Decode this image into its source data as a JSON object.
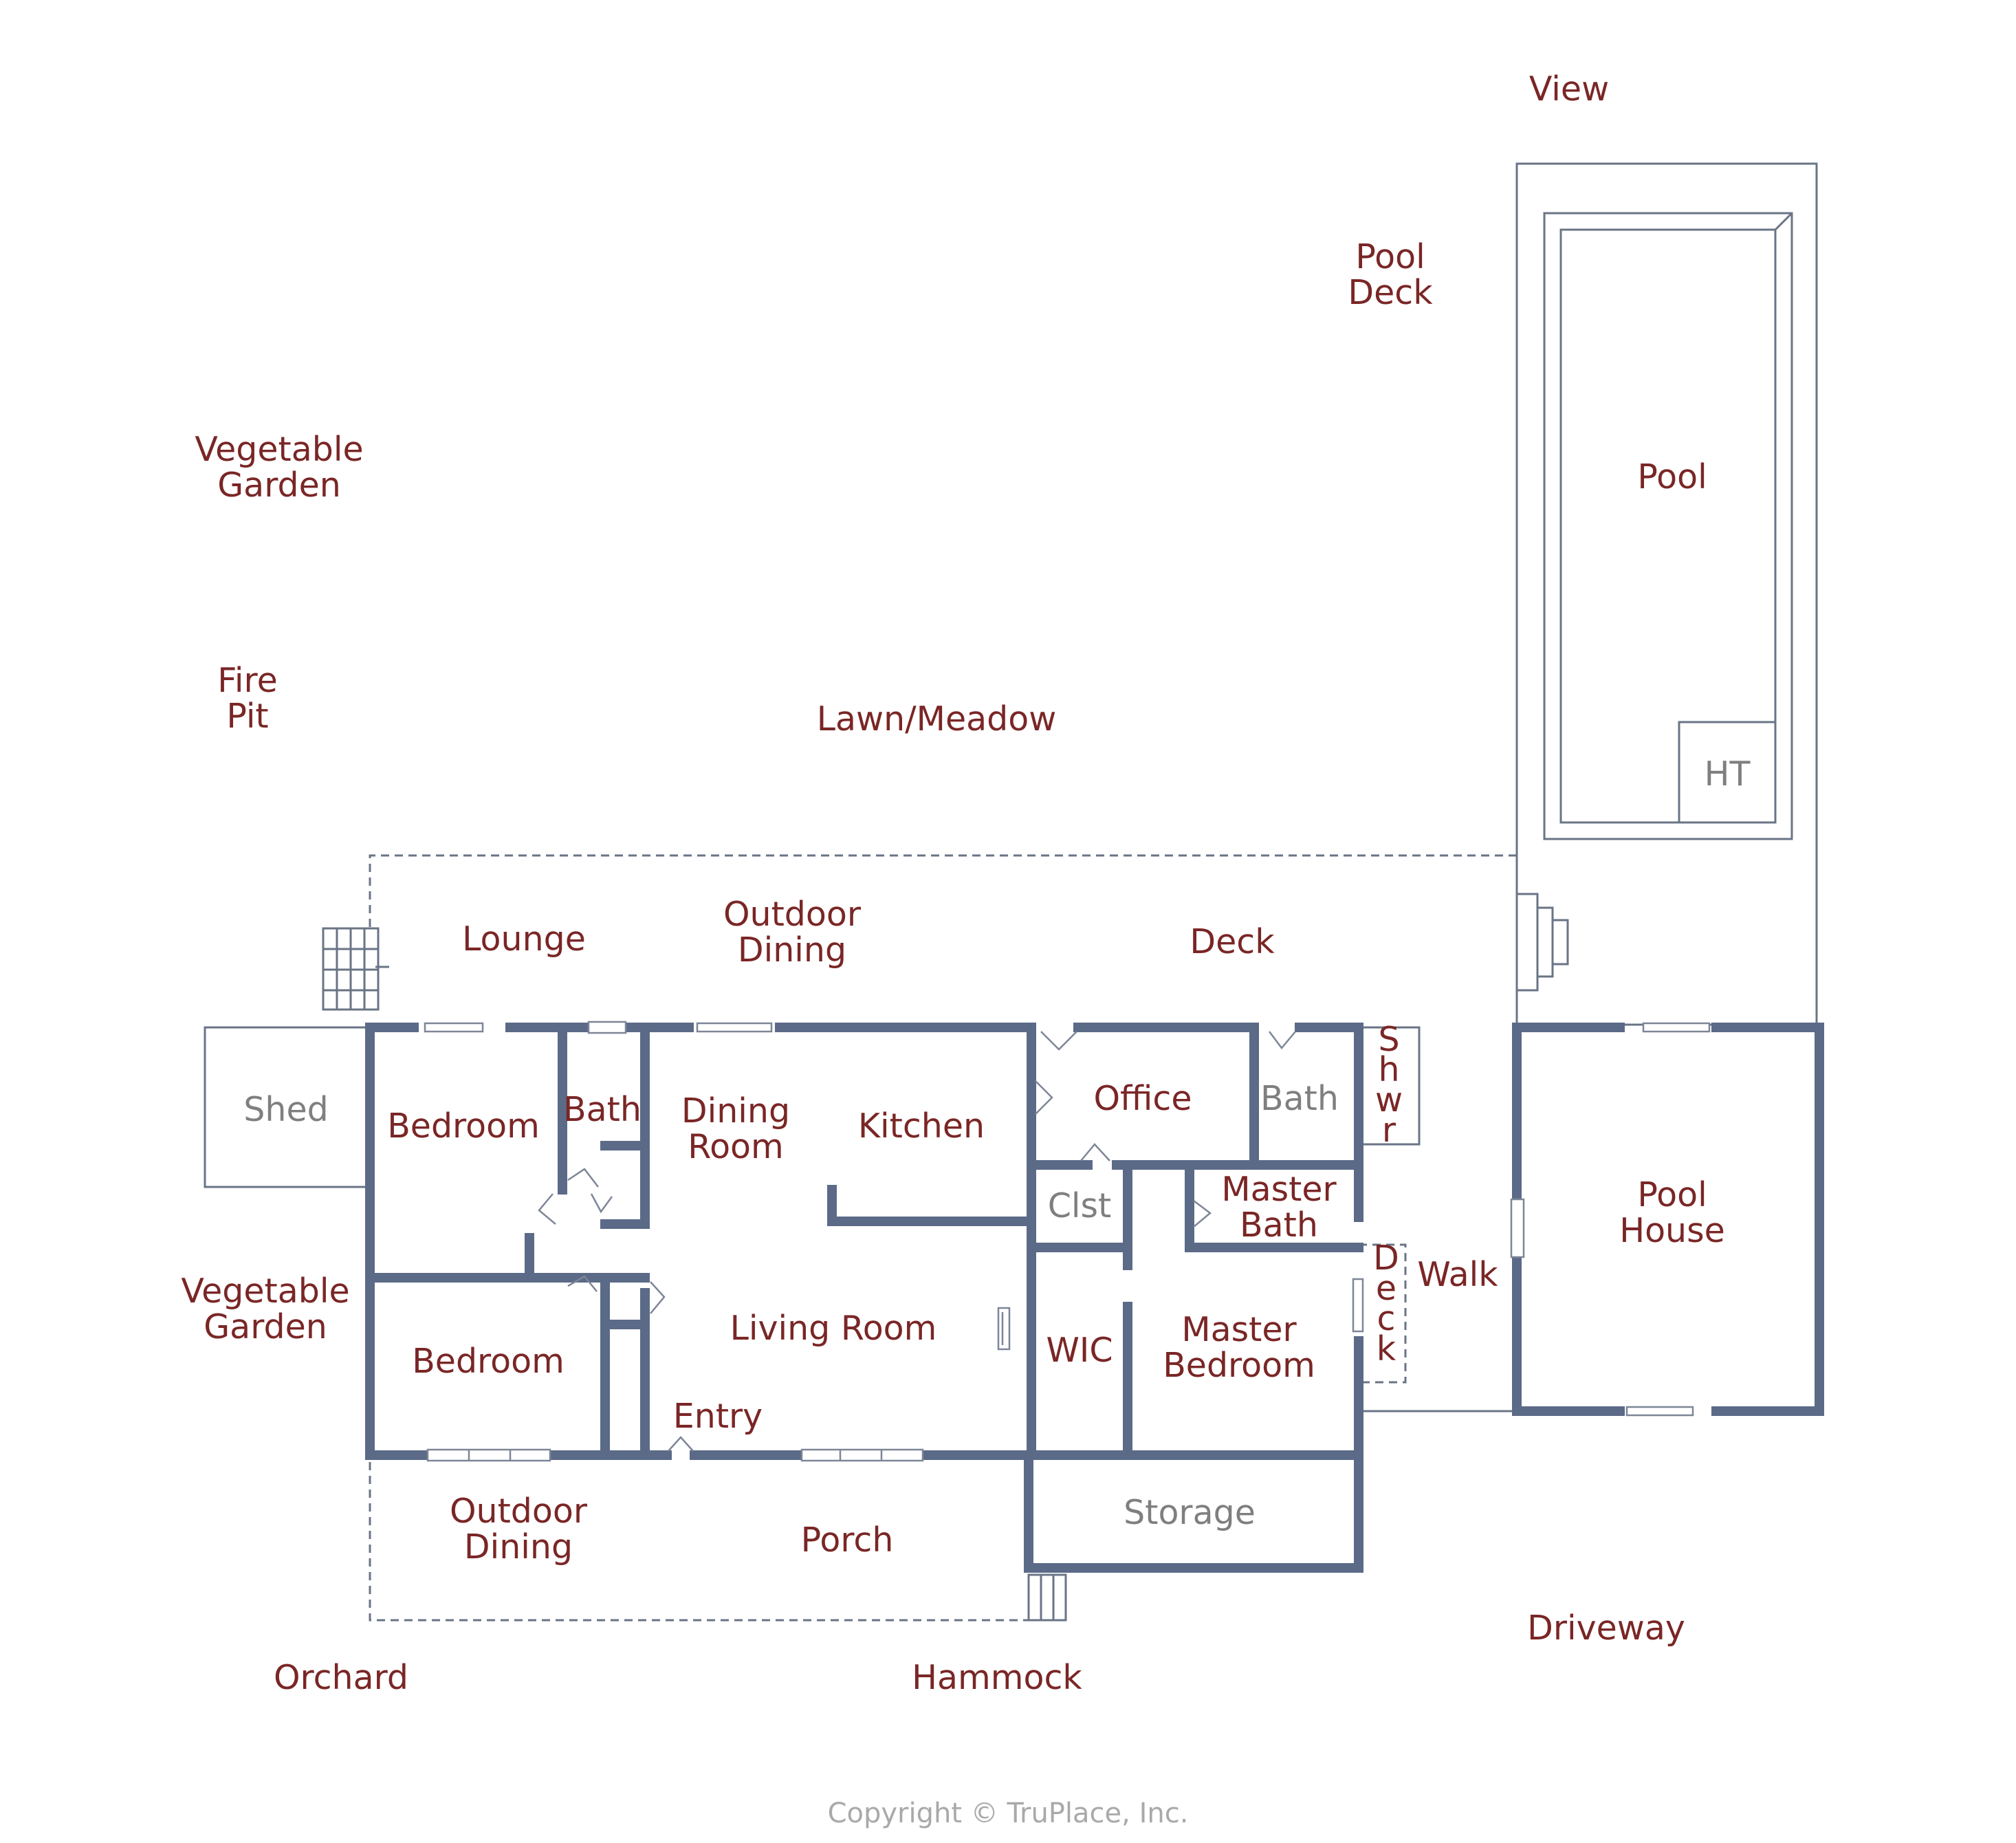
{
  "floor_plan": {
    "rooms": [
      {
        "id": "view",
        "lines": [
          "View"
        ]
      },
      {
        "id": "pool-deck",
        "lines": [
          "Pool",
          "Deck"
        ]
      },
      {
        "id": "pool",
        "lines": [
          "Pool"
        ]
      },
      {
        "id": "hot-tub",
        "lines": [
          "HT"
        ]
      },
      {
        "id": "vegetable-garden-north",
        "lines": [
          "Vegetable",
          "Garden"
        ]
      },
      {
        "id": "fire-pit",
        "lines": [
          "Fire",
          "Pit"
        ]
      },
      {
        "id": "lawn-meadow",
        "lines": [
          "Lawn/Meadow"
        ]
      },
      {
        "id": "lounge",
        "lines": [
          "Lounge"
        ]
      },
      {
        "id": "outdoor-dining-north",
        "lines": [
          "Outdoor",
          "Dining"
        ]
      },
      {
        "id": "deck",
        "lines": [
          "Deck"
        ]
      },
      {
        "id": "shed",
        "lines": [
          "Shed"
        ]
      },
      {
        "id": "bedroom-north",
        "lines": [
          "Bedroom"
        ]
      },
      {
        "id": "bath-west",
        "lines": [
          "Bath"
        ]
      },
      {
        "id": "dining-room",
        "lines": [
          "Dining",
          "Room"
        ]
      },
      {
        "id": "kitchen",
        "lines": [
          "Kitchen"
        ]
      },
      {
        "id": "office",
        "lines": [
          "Office"
        ]
      },
      {
        "id": "bath-east",
        "lines": [
          "Bath"
        ]
      },
      {
        "id": "shower",
        "lines": [
          "S",
          "h",
          "w",
          "r"
        ]
      },
      {
        "id": "closet",
        "lines": [
          "Clst"
        ]
      },
      {
        "id": "master-bath",
        "lines": [
          "Master",
          "Bath"
        ]
      },
      {
        "id": "deck-east",
        "lines": [
          "D",
          "e",
          "c",
          "k"
        ]
      },
      {
        "id": "walk",
        "lines": [
          "Walk"
        ]
      },
      {
        "id": "pool-house",
        "lines": [
          "Pool",
          "House"
        ]
      },
      {
        "id": "vegetable-garden-west",
        "lines": [
          "Vegetable",
          "Garden"
        ]
      },
      {
        "id": "bedroom-south",
        "lines": [
          "Bedroom"
        ]
      },
      {
        "id": "living-room",
        "lines": [
          "Living Room"
        ]
      },
      {
        "id": "wic",
        "lines": [
          "WIC"
        ]
      },
      {
        "id": "master-bedroom",
        "lines": [
          "Master",
          "Bedroom"
        ]
      },
      {
        "id": "entry",
        "lines": [
          "Entry"
        ]
      },
      {
        "id": "outdoor-dining-south",
        "lines": [
          "Outdoor",
          "Dining"
        ]
      },
      {
        "id": "porch",
        "lines": [
          "Porch"
        ]
      },
      {
        "id": "storage",
        "lines": [
          "Storage"
        ]
      },
      {
        "id": "driveway",
        "lines": [
          "Driveway"
        ]
      },
      {
        "id": "orchard",
        "lines": [
          "Orchard"
        ]
      },
      {
        "id": "hammock",
        "lines": [
          "Hammock"
        ]
      }
    ],
    "copyright": "Copyright © TruPlace, Inc."
  }
}
